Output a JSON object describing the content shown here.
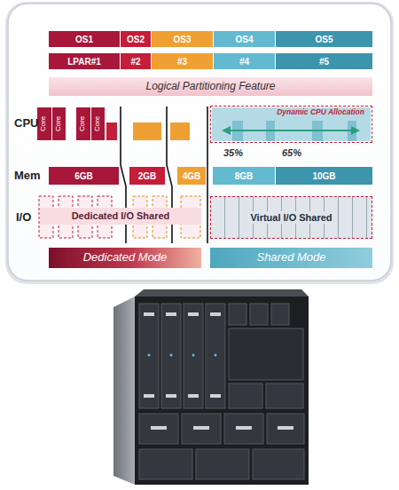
{
  "diagram": {
    "nodes": [
      {
        "text": [
          "OS1"
        ]
      },
      {
        "text": [
          "OS2"
        ]
      },
      {
        "text": [
          "OS3"
        ]
      },
      {
        "text": [
          "OS4"
        ]
      },
      {
        "text": [
          "OS5"
        ]
      },
      {
        "text": [
          "LPAR#1"
        ]
      },
      {
        "text": [
          "#2"
        ]
      },
      {
        "text": [
          "#3"
        ]
      },
      {
        "text": [
          "#4"
        ]
      },
      {
        "text": [
          "#5"
        ]
      },
      {
        "text": [
          "Logical Partitioning Feature"
        ]
      },
      {
        "text": [
          "Core"
        ]
      },
      {
        "text": [
          "Core"
        ]
      },
      {
        "text": [
          "Core"
        ]
      },
      {
        "text": [
          "Core"
        ]
      },
      {
        "text": [
          "Dynamic CPU Allocation"
        ]
      },
      {
        "text": [
          "6GB"
        ]
      },
      {
        "text": [
          "2GB"
        ]
      },
      {
        "text": [
          "4GB"
        ]
      },
      {
        "text": [
          "8GB"
        ]
      },
      {
        "text": [
          "10GB"
        ]
      },
      {
        "text": [
          "Dedicated I/O Shared"
        ]
      },
      {
        "text": [
          "Virtual I/O Shared"
        ]
      },
      {
        "text": [
          "Dedicated Mode"
        ]
      },
      {
        "text": [
          "Shared Mode"
        ]
      }
    ],
    "labels": [
      "CPU",
      "35%",
      "65%",
      "Mem",
      "I/O"
    ]
  }
}
